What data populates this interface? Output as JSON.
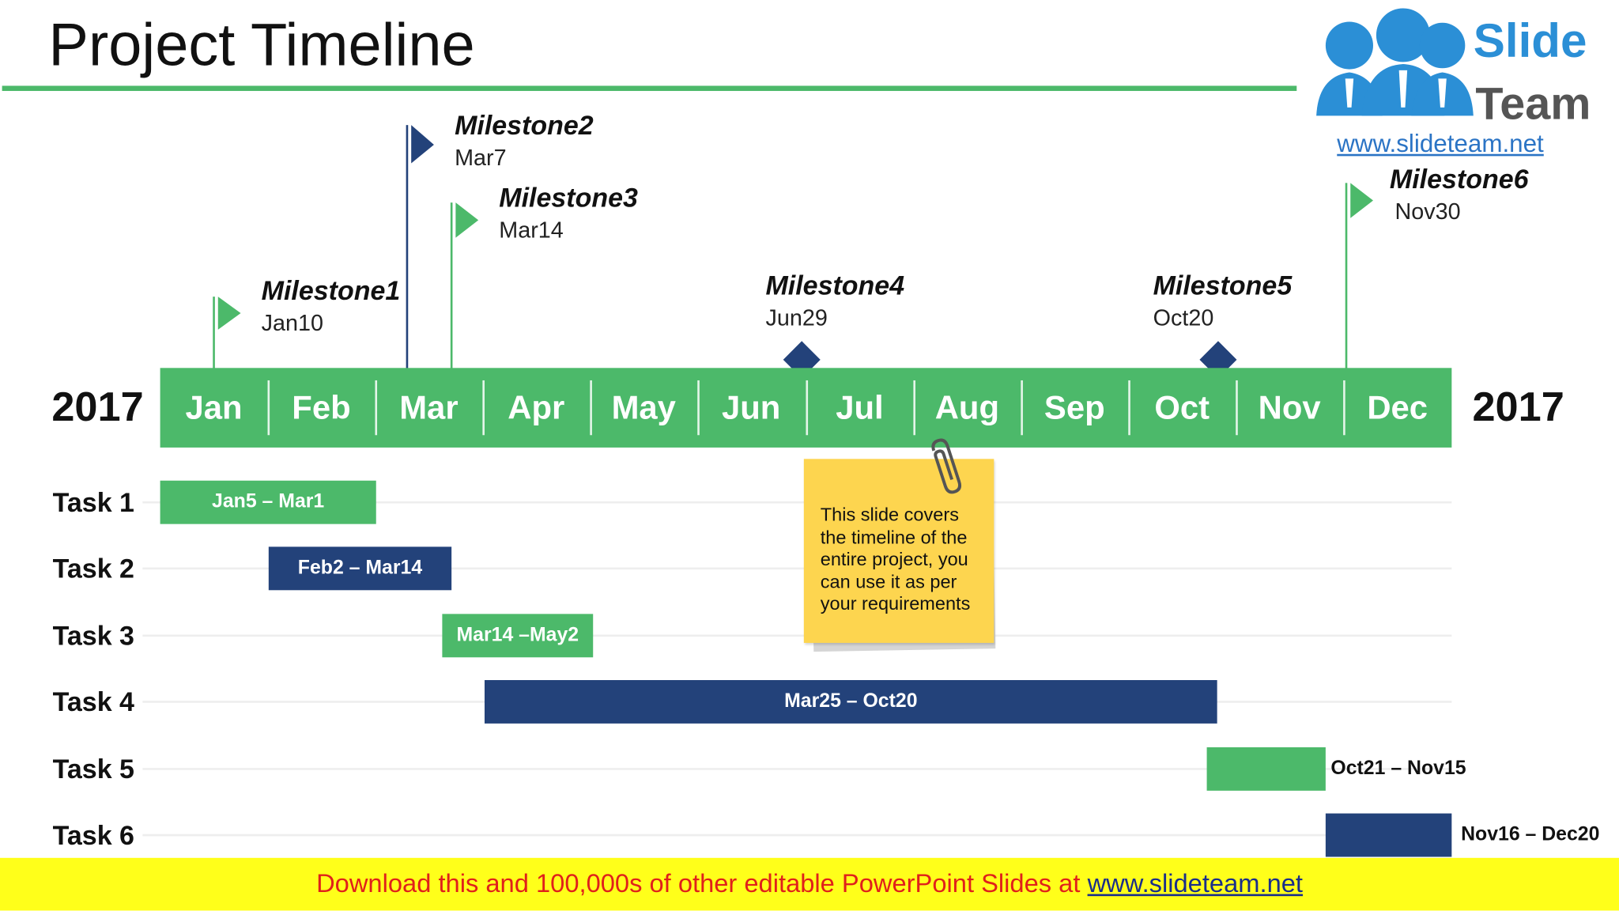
{
  "title": "Project Timeline",
  "logo": {
    "word1": "Slide",
    "word2": "Team",
    "url": "www.slideteam.net"
  },
  "year_left": "2017",
  "year_right": "2017",
  "months": [
    "Jan",
    "Feb",
    "Mar",
    "Apr",
    "May",
    "Jun",
    "Jul",
    "Aug",
    "Sep",
    "Oct",
    "Nov",
    "Dec"
  ],
  "milestones": [
    {
      "name": "Milestone1",
      "date": "Jan10",
      "marker": "flag",
      "color": "#4cb96a"
    },
    {
      "name": "Milestone2",
      "date": "Mar7",
      "marker": "flag",
      "color": "#23427a"
    },
    {
      "name": "Milestone3",
      "date": "Mar14",
      "marker": "flag",
      "color": "#4cb96a"
    },
    {
      "name": "Milestone4",
      "date": "Jun29",
      "marker": "diamond",
      "color": "#23427a"
    },
    {
      "name": "Milestone5",
      "date": "Oct20",
      "marker": "diamond",
      "color": "#23427a"
    },
    {
      "name": "Milestone6",
      "date": "Nov30",
      "marker": "flag",
      "color": "#4cb96a"
    }
  ],
  "tasks": [
    {
      "label": "Task 1",
      "range": "Jan5 – Mar1",
      "color": "#4cb96a",
      "label_position": "inside"
    },
    {
      "label": "Task 2",
      "range": "Feb2 – Mar14",
      "color": "#23427a",
      "label_position": "inside"
    },
    {
      "label": "Task 3",
      "range": "Mar14 –May2",
      "color": "#4cb96a",
      "label_position": "inside"
    },
    {
      "label": "Task 4",
      "range": "Mar25 – Oct20",
      "color": "#23427a",
      "label_position": "inside"
    },
    {
      "label": "Task 5",
      "range": "Oct21 – Nov15",
      "color": "#4cb96a",
      "label_position": "outside"
    },
    {
      "label": "Task 6",
      "range": "Nov16 – Dec20",
      "color": "#23427a",
      "label_position": "outside"
    }
  ],
  "note": {
    "line1": "This slide covers",
    "line2": "the timeline of the",
    "line3": "entire project, you",
    "line4": "can use it as per",
    "line5": "your requirements"
  },
  "footer": {
    "text": "Download this and 100,000s of other editable PowerPoint Slides at",
    "link": "www.slideteam.net"
  },
  "colors": {
    "green": "#4cb96a",
    "navy": "#23427a",
    "note": "#fdd54f",
    "footer_bg": "#ffff1a",
    "footer_text": "#e0201b"
  }
}
